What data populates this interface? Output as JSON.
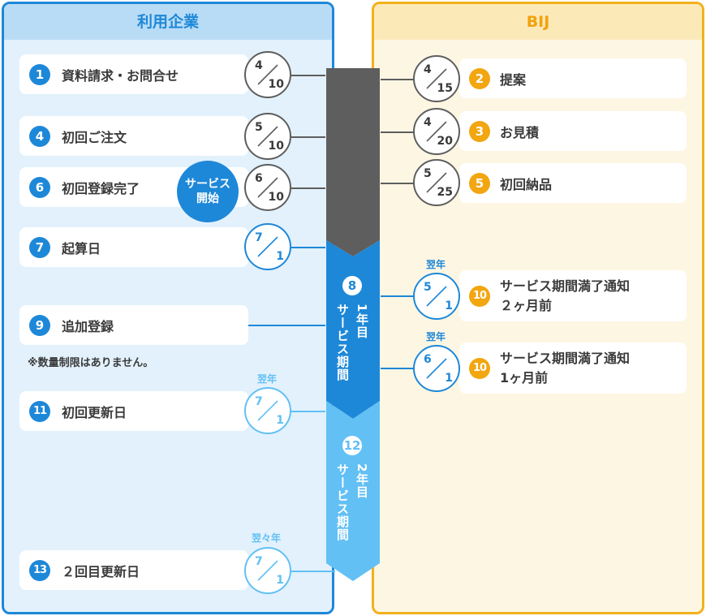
{
  "columns": {
    "left_title": "利用企業",
    "right_title": "BIJ"
  },
  "left_items": [
    {
      "num": "1",
      "label": "資料請求・お問合せ"
    },
    {
      "num": "4",
      "label": "初回ご注文"
    },
    {
      "num": "6",
      "label": "初回登録完了"
    },
    {
      "num": "7",
      "label": "起算日"
    },
    {
      "num": "9",
      "label": "追加登録"
    },
    {
      "num": "11",
      "label": "初回更新日"
    },
    {
      "num": "13",
      "label": "２回目更新日"
    }
  ],
  "left_note": "※数量制限はありません。",
  "service_badge": {
    "line1": "サービス",
    "line2": "開始"
  },
  "right_items": [
    {
      "num": "2",
      "label": "提案"
    },
    {
      "num": "3",
      "label": "お見積"
    },
    {
      "num": "5",
      "label": "初回納品"
    },
    {
      "num": "10",
      "line1": "サービス期間満了通知",
      "line2": "２ヶ月前"
    },
    {
      "num": "10",
      "line1": "サービス期間満了通知",
      "line2": "1ヶ月前"
    }
  ],
  "left_dates": [
    {
      "m": "4",
      "d": "10"
    },
    {
      "m": "5",
      "d": "10"
    },
    {
      "m": "6",
      "d": "10"
    },
    {
      "m": "7",
      "d": "1"
    },
    {
      "m": "7",
      "d": "1",
      "year": "翌年"
    },
    {
      "m": "7",
      "d": "1",
      "year": "翌々年"
    }
  ],
  "right_dates": [
    {
      "m": "4",
      "d": "15"
    },
    {
      "m": "4",
      "d": "20"
    },
    {
      "m": "5",
      "d": "25"
    },
    {
      "m": "5",
      "d": "1",
      "year": "翌年"
    },
    {
      "m": "6",
      "d": "1",
      "year": "翌年"
    }
  ],
  "periods": [
    {
      "num": "8",
      "title": "1年目",
      "sub": "サービス期間"
    },
    {
      "num": "12",
      "title": "2年目",
      "sub": "サービス期間"
    }
  ],
  "colors": {
    "blue": "#1e88d8",
    "light_blue": "#62c0f5",
    "orange": "#f2a60f",
    "gray_arrow": "#5e5e5e"
  }
}
